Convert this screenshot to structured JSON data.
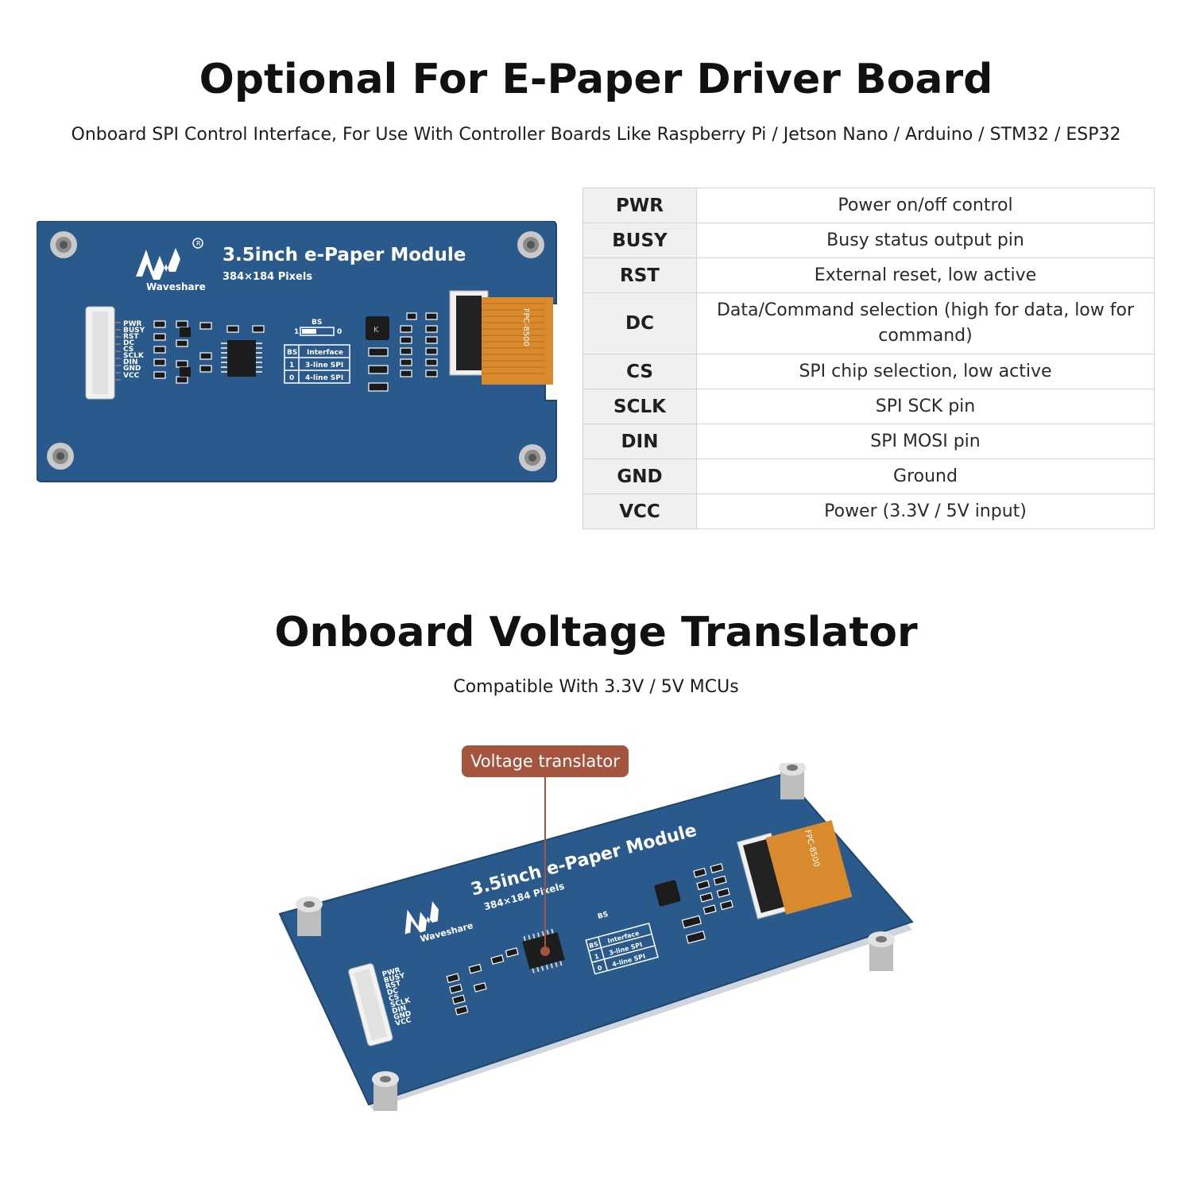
{
  "section1": {
    "title": "Optional For E-Paper Driver Board",
    "subtitle": "Onboard SPI Control Interface, For Use With Controller Boards Like Raspberry Pi / Jetson Nano / Arduino / STM32 / ESP32"
  },
  "board": {
    "brand": "Waveshare",
    "model": "3.5inch e-Paper Module",
    "resolution": "384×184 Pixels",
    "fpc_label": "FPC-8500",
    "bs_label": "BS",
    "bs_one": "1",
    "bs_zero": "0",
    "interface_table": {
      "header": [
        "BS",
        "Interface"
      ],
      "rows": [
        [
          "1",
          "3-line SPI"
        ],
        [
          "0",
          "4-line SPI"
        ]
      ]
    },
    "pin_labels": [
      "PWR",
      "BUSY",
      "RST",
      "DC",
      "CS",
      "SCLK",
      "DIN",
      "GND",
      "VCC"
    ],
    "inductor_marking": "K"
  },
  "pins": [
    {
      "name": "PWR",
      "desc": "Power on/off control"
    },
    {
      "name": "BUSY",
      "desc": "Busy status output pin"
    },
    {
      "name": "RST",
      "desc": "External reset, low active"
    },
    {
      "name": "DC",
      "desc": "Data/Command selection (high for data, low for command)"
    },
    {
      "name": "CS",
      "desc": "SPI chip selection, low active"
    },
    {
      "name": "SCLK",
      "desc": "SPI SCK pin"
    },
    {
      "name": "DIN",
      "desc": "SPI MOSI pin"
    },
    {
      "name": "GND",
      "desc": "Ground"
    },
    {
      "name": "VCC",
      "desc": "Power (3.3V / 5V input)"
    }
  ],
  "section2": {
    "title": "Onboard Voltage Translator",
    "subtitle": "Compatible With 3.3V / 5V MCUs",
    "callout": "Voltage translator"
  },
  "colors": {
    "pcb_blue": "#2a5a8c",
    "pcb_edge": "#1f4670",
    "fpc_orange": "#d98a2c",
    "callout": "#a5553d"
  }
}
